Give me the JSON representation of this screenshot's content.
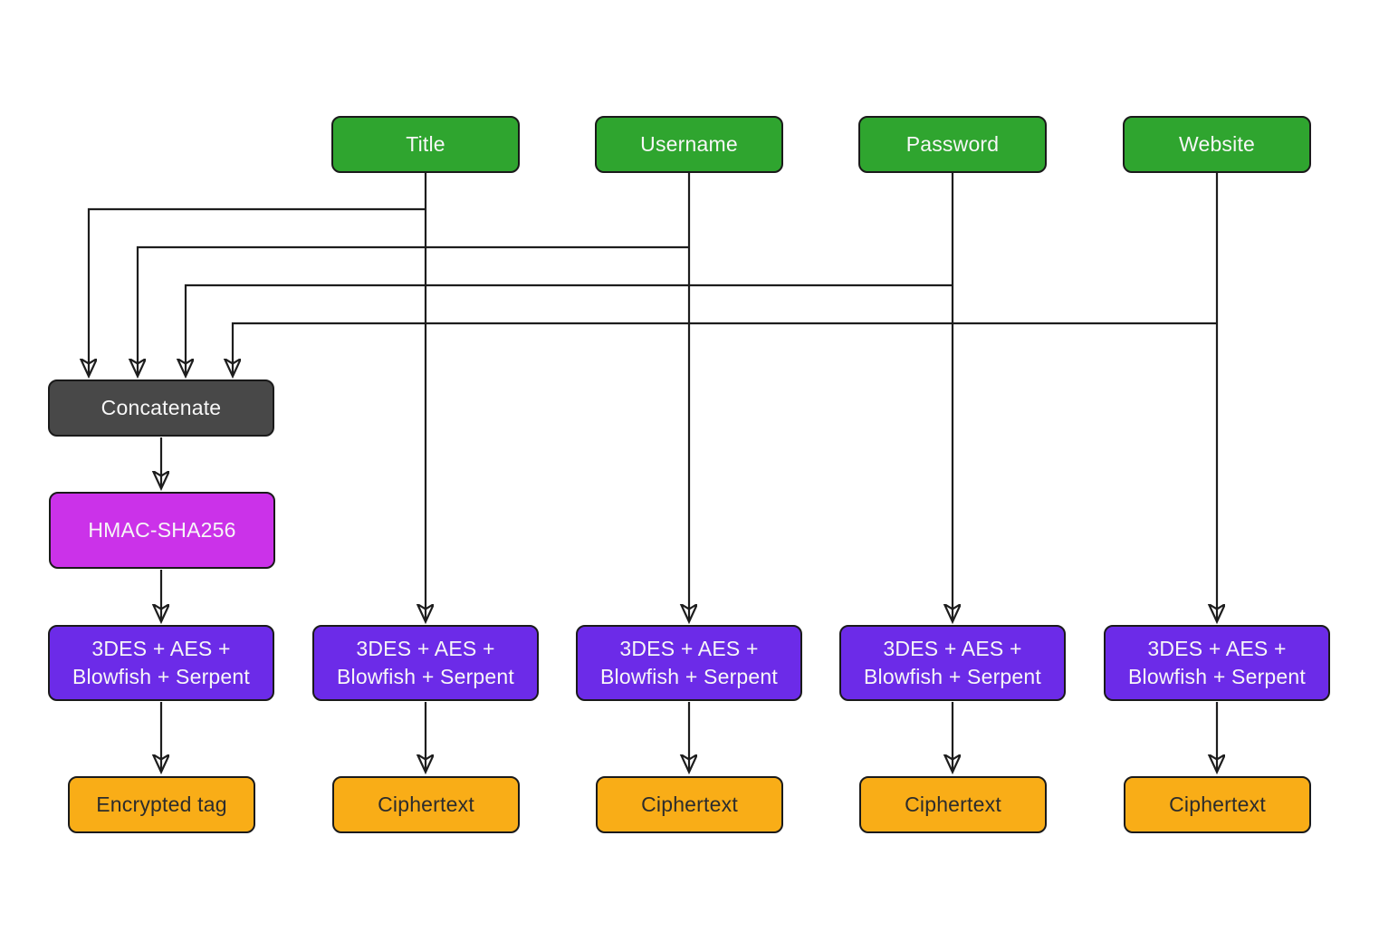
{
  "diagram": {
    "background_color": "#ffffff",
    "colors": {
      "input_box": "#2fa52f",
      "concatenate_box": "#484848",
      "hmac_box": "#cb32e9",
      "cipher_box": "#6c2be8",
      "output_box": "#f9ad17",
      "connector_line": "#1d1d1d",
      "light_text": "#f7f7f7",
      "dark_text": "#2c2c2c"
    },
    "nodes": {
      "inputs": [
        {
          "label": "Title"
        },
        {
          "label": "Username"
        },
        {
          "label": "Password"
        },
        {
          "label": "Website"
        }
      ],
      "concatenate": {
        "label": "Concatenate"
      },
      "hmac": {
        "label": "HMAC-SHA256"
      },
      "cipher": {
        "line1": "3DES + AES +",
        "line2": "Blowfish + Serpent"
      },
      "outputs": [
        {
          "label": "Encrypted tag"
        },
        {
          "label": "Ciphertext"
        },
        {
          "label": "Ciphertext"
        },
        {
          "label": "Ciphertext"
        },
        {
          "label": "Ciphertext"
        }
      ]
    },
    "edges": [
      {
        "from": "Title",
        "to": "Concatenate"
      },
      {
        "from": "Username",
        "to": "Concatenate"
      },
      {
        "from": "Password",
        "to": "Concatenate"
      },
      {
        "from": "Website",
        "to": "Concatenate"
      },
      {
        "from": "Concatenate",
        "to": "HMAC-SHA256"
      },
      {
        "from": "HMAC-SHA256",
        "to": "3DES + AES + Blowfish + Serpent"
      },
      {
        "from": "Title",
        "to": "3DES + AES + Blowfish + Serpent"
      },
      {
        "from": "Username",
        "to": "3DES + AES + Blowfish + Serpent"
      },
      {
        "from": "Password",
        "to": "3DES + AES + Blowfish + Serpent"
      },
      {
        "from": "Website",
        "to": "3DES + AES + Blowfish + Serpent"
      },
      {
        "from": "3DES + AES + Blowfish + Serpent (HMAC chain)",
        "to": "Encrypted tag"
      },
      {
        "from": "3DES + AES + Blowfish + Serpent (Title)",
        "to": "Ciphertext"
      },
      {
        "from": "3DES + AES + Blowfish + Serpent (Username)",
        "to": "Ciphertext"
      },
      {
        "from": "3DES + AES + Blowfish + Serpent (Password)",
        "to": "Ciphertext"
      },
      {
        "from": "3DES + AES + Blowfish + Serpent (Website)",
        "to": "Ciphertext"
      }
    ]
  }
}
